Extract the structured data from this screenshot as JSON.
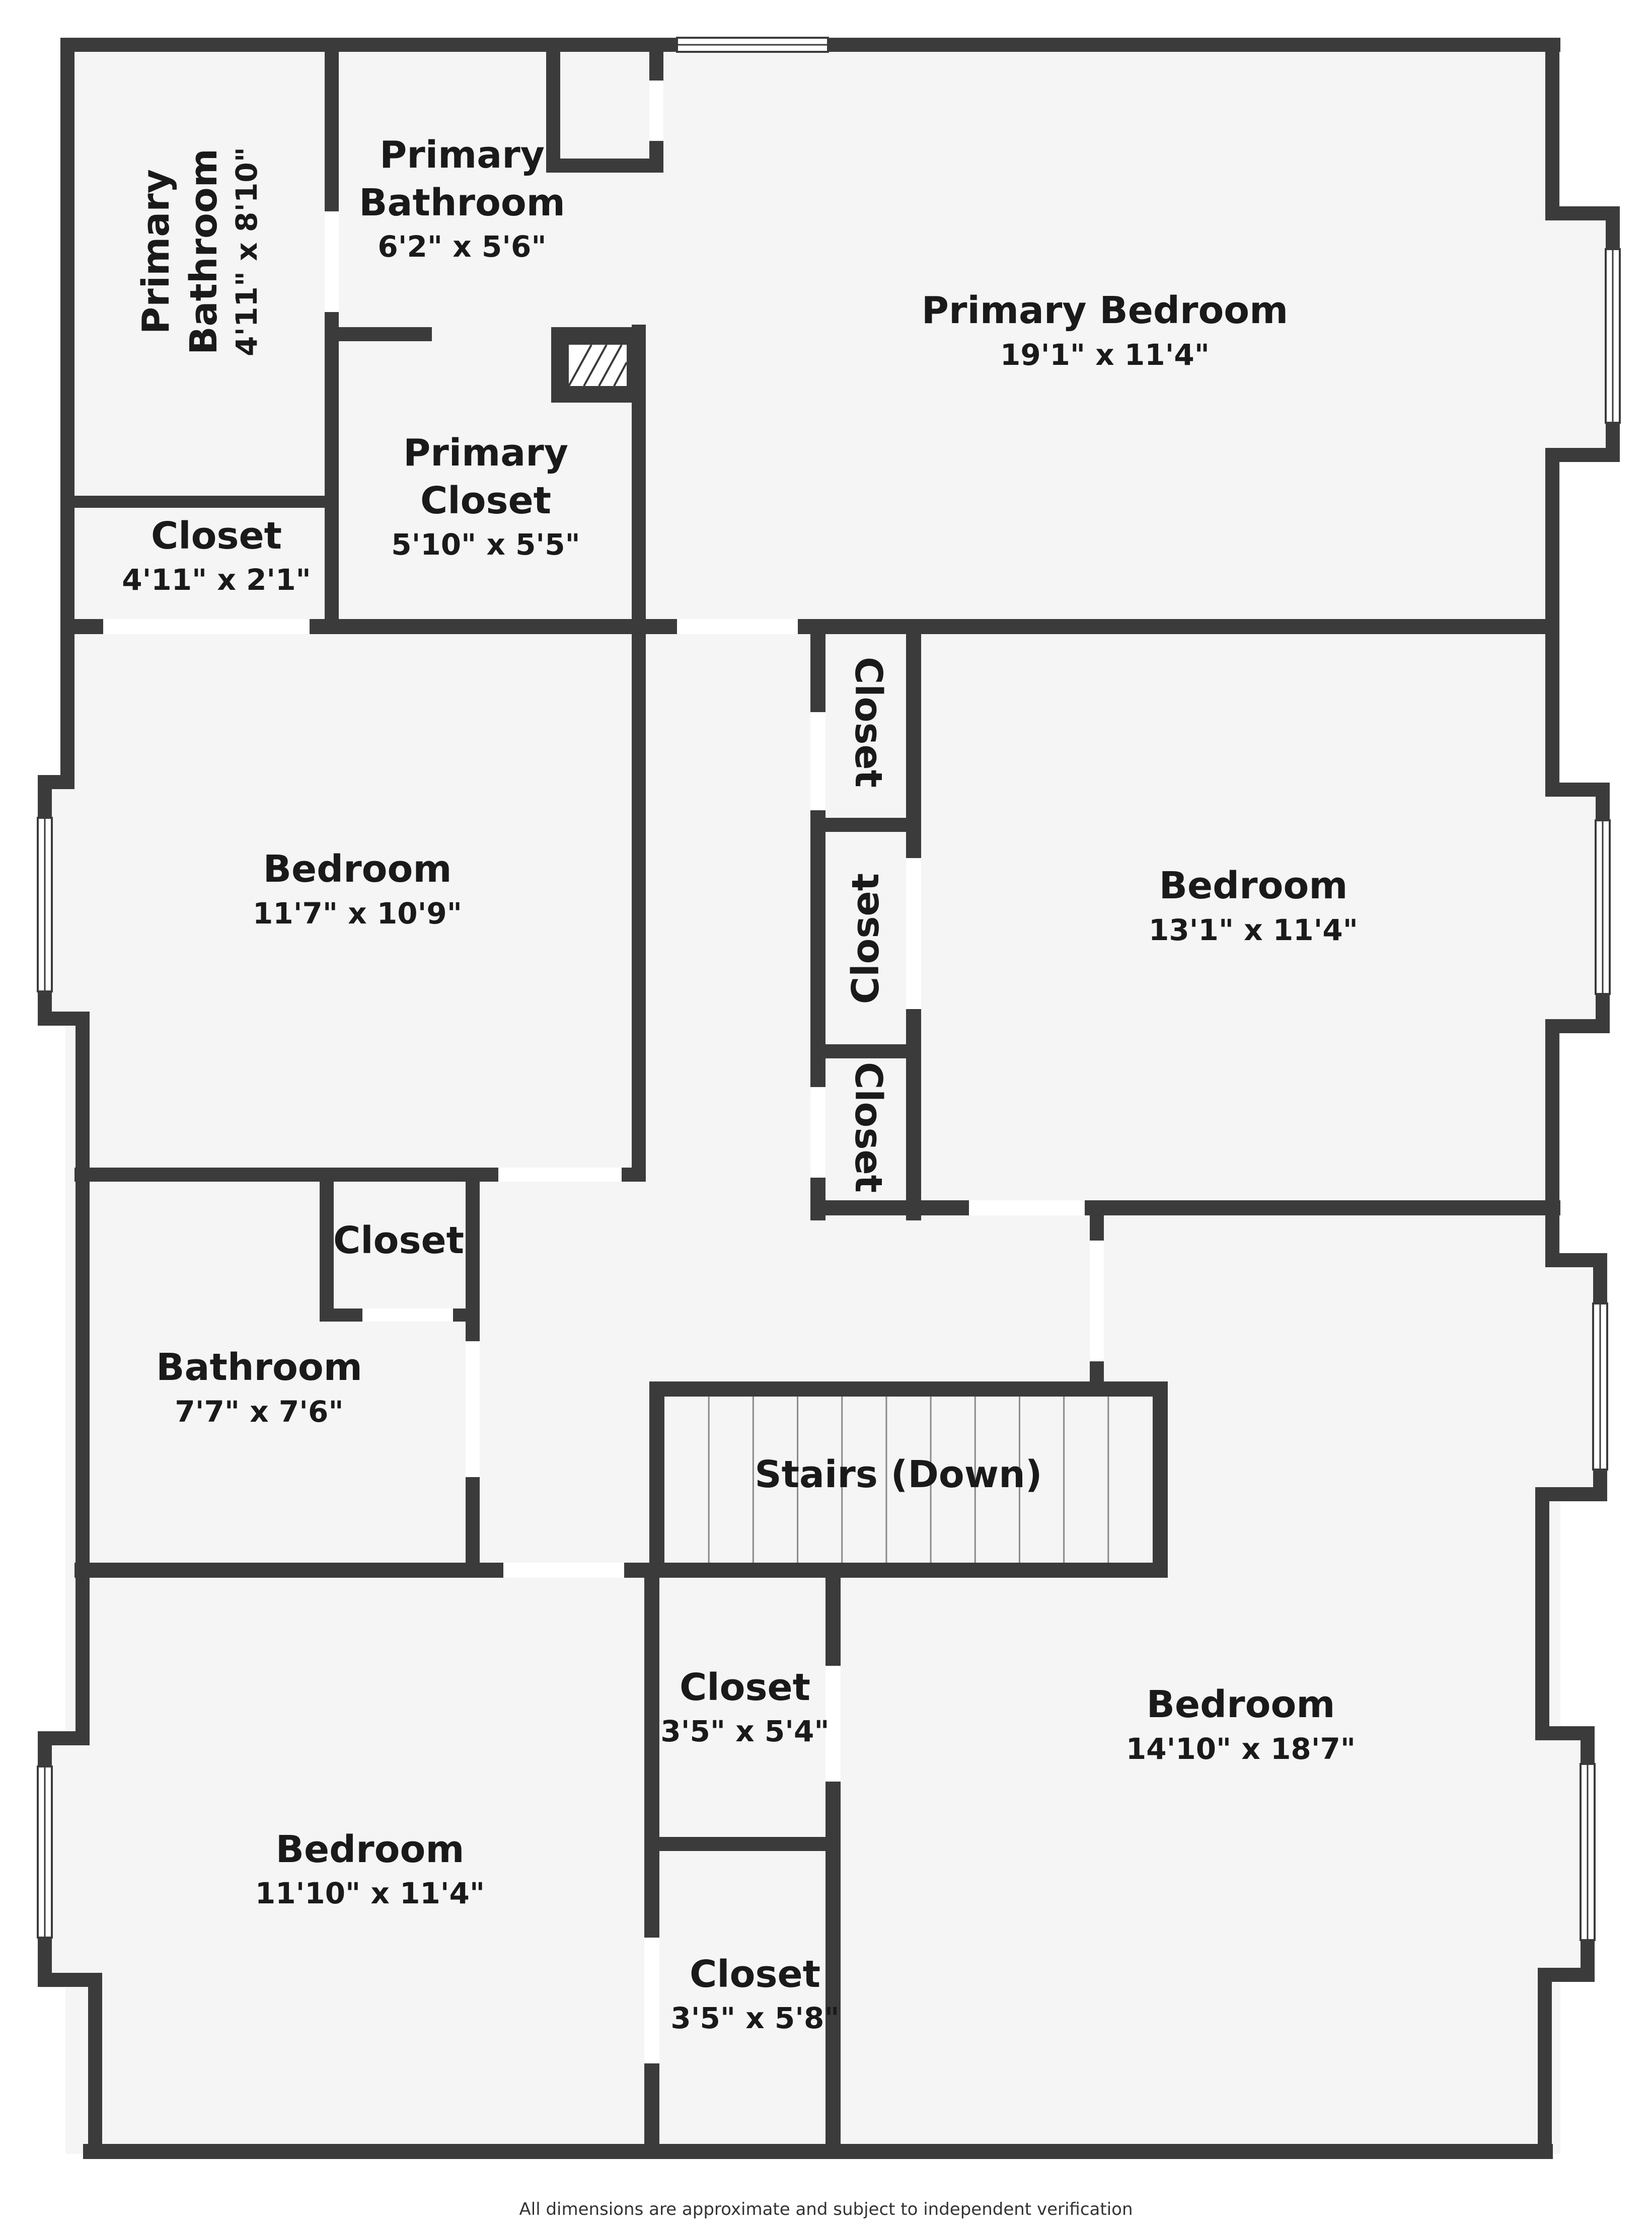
{
  "rooms": {
    "primary_bath_left": {
      "name_1": "Primary",
      "name_2": "Bathroom",
      "dims": "4'11\" x 8'10\""
    },
    "primary_bath_right": {
      "name_1": "Primary",
      "name_2": "Bathroom",
      "dims": "6'2\" x 5'6\""
    },
    "primary_bedroom": {
      "name": "Primary Bedroom",
      "dims": "19'1\" x 11'4\""
    },
    "primary_closet": {
      "name_1": "Primary",
      "name_2": "Closet",
      "dims": "5'10\" x 5'5\""
    },
    "closet_small": {
      "name": "Closet",
      "dims": "4'11\" x 2'1\""
    },
    "bedroom_nw": {
      "name": "Bedroom",
      "dims": "11'7\" x 10'9\""
    },
    "closet_v1": {
      "name": "Closet"
    },
    "closet_v2": {
      "name": "Closet"
    },
    "closet_v3": {
      "name": "Closet"
    },
    "bedroom_ne": {
      "name": "Bedroom",
      "dims": "13'1\" x 11'4\""
    },
    "closet_bath": {
      "name": "Closet"
    },
    "bathroom": {
      "name": "Bathroom",
      "dims": "7'7\" x 7'6\""
    },
    "stairs": {
      "name": "Stairs (Down)"
    },
    "closet_mid_1": {
      "name": "Closet",
      "dims": "3'5\" x 5'4\""
    },
    "closet_mid_2": {
      "name": "Closet",
      "dims": "3'5\" x 5'8\""
    },
    "bedroom_se": {
      "name": "Bedroom",
      "dims": "14'10\" x 18'7\""
    },
    "bedroom_sw": {
      "name": "Bedroom",
      "dims": "11'10\" x 11'4\""
    }
  },
  "disclaimer": "All dimensions are approximate and subject to independent verification"
}
